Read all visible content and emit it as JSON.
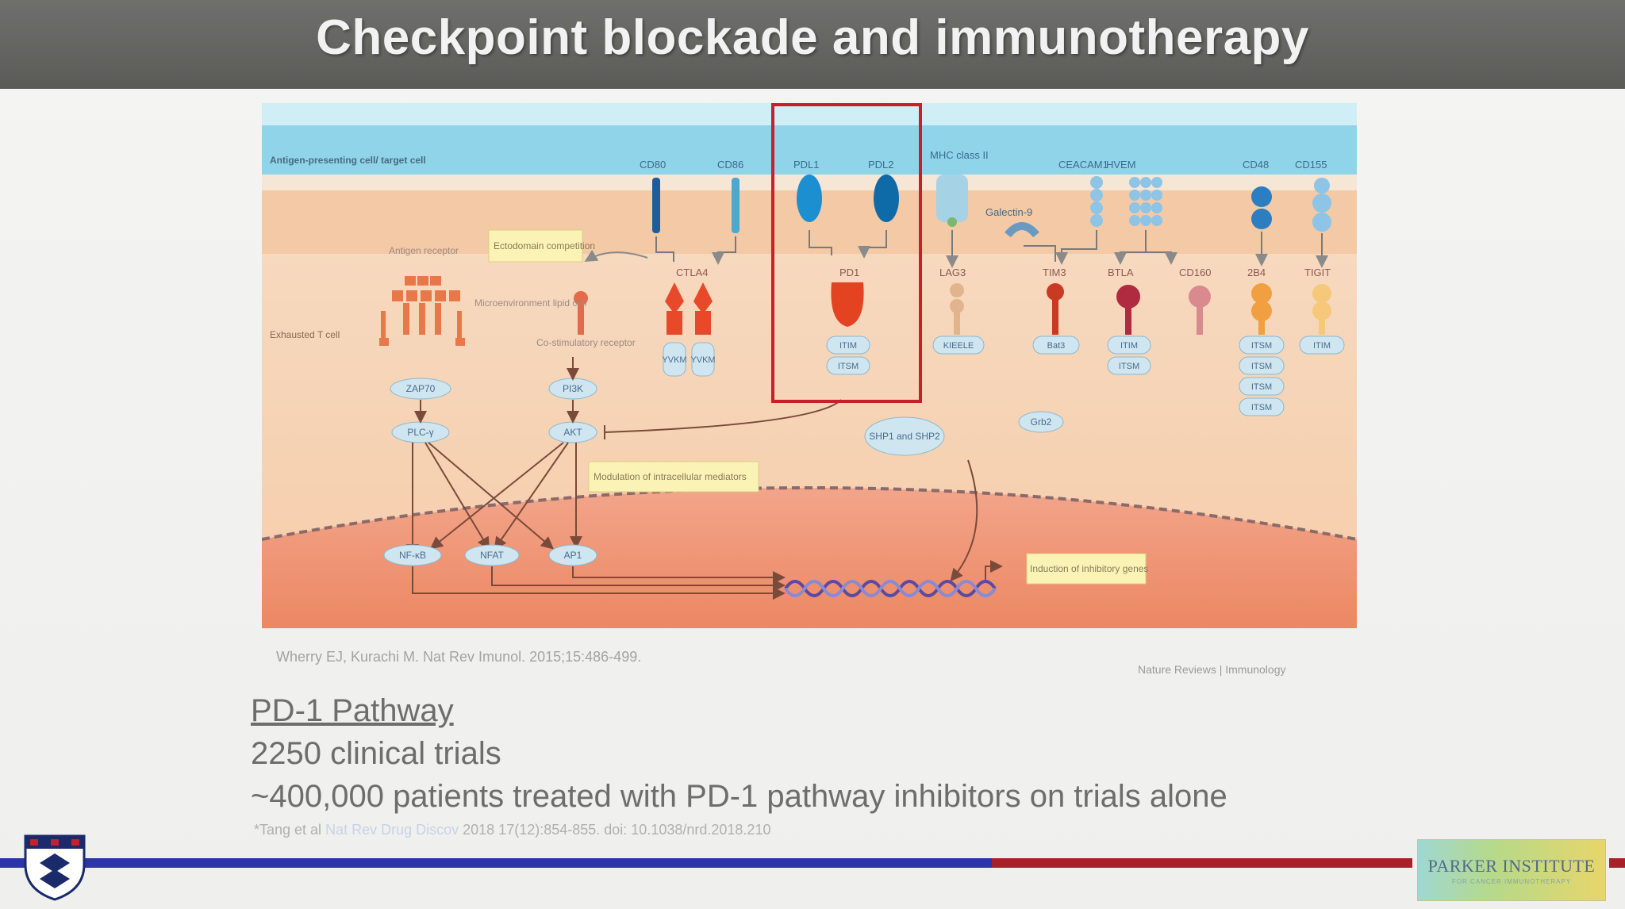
{
  "slide": {
    "title": "Checkpoint blockade and immunotherapy"
  },
  "diagram": {
    "regions": {
      "apc": "Antigen-presenting cell/ target cell",
      "tcell": "Exhausted T cell"
    },
    "ligands": [
      "CD80",
      "CD86",
      "PDL1",
      "PDL2",
      "MHC class II",
      "Galectin-9",
      "CEACAM1",
      "HVEM",
      "CD48",
      "CD155"
    ],
    "receptors": [
      "CTLA4",
      "PD1",
      "LAG3",
      "TIM3",
      "BTLA",
      "CD160",
      "2B4",
      "TIGIT"
    ],
    "receptor_left": {
      "antigen": "Antigen receptor",
      "microenv": "Microenvironment lipid cell",
      "costim": "Co-stimulatory receptor"
    },
    "motifs": {
      "yvkm": "YVKM",
      "itim": "ITIM",
      "itsm": "ITSM",
      "kieele": "KIEELE",
      "bat3": "Bat3"
    },
    "signaling": {
      "zap70": "ZAP70",
      "plcg": "PLC-γ",
      "pi3k": "PI3K",
      "akt": "AKT",
      "shp": "SHP1 and SHP2",
      "grb2": "Grb2"
    },
    "tf": [
      "NF-κB",
      "NFAT",
      "AP1"
    ],
    "callouts": {
      "ecto": "Ectodomain competition",
      "modulation": "Modulation of intracellular mediators",
      "induction": "Induction of inhibitory genes"
    },
    "colors": {
      "membrane_blue": "#8fd4e8",
      "tcell_peach": "#f6d2b2",
      "nucleus": "#ef8f6f",
      "highlight_box": "#c8202a"
    }
  },
  "citation": {
    "text": "Wherry EJ, Kurachi M. Nat Rev Imunol. 2015;15:486-499.",
    "journal": "Nature Reviews | Immunology"
  },
  "summary": {
    "heading": "PD-1 Pathway",
    "trials": "2250 clinical trials",
    "patients": "~400,000 patients treated with PD-1 pathway inhibitors on trials alone"
  },
  "footnote": {
    "prefix": "*Tang et al",
    "link": "Nat Rev Drug Discov",
    "rest": "2018 17(12):854-855. doi: 10.1038/nrd.2018.210"
  },
  "footer": {
    "logo_name": "PARKER INSTITUTE",
    "logo_sub": "FOR CANCER IMMUNOTHERAPY"
  }
}
